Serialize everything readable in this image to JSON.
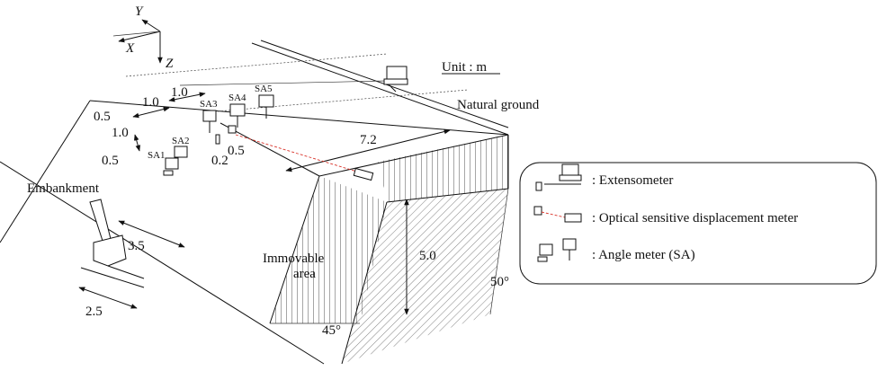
{
  "axes": {
    "y": "Y",
    "x": "X",
    "z": "Z"
  },
  "unit": "Unit : m",
  "labels": {
    "natural_ground": "Natural ground",
    "embankment": "Embankment",
    "immovable_1": "Immovable",
    "immovable_2": "area"
  },
  "dimensions": {
    "d_0_5_left": "0.5",
    "d_1_0_a": "1.0",
    "d_1_0_b": "1.0",
    "d_1_0_c": "1.0",
    "d_0_5_b": "0.5",
    "d_0_2": "0.2",
    "d_0_5_c": "0.5",
    "d_7_2": "7.2",
    "d_3_5": "3.5",
    "d_2_5": "2.5",
    "d_5_0": "5.0",
    "angle_50": "50°",
    "angle_45": "45°"
  },
  "angle_meters": [
    "SA1",
    "SA2",
    "SA3",
    "SA4",
    "SA5"
  ],
  "legend": {
    "extensometer": ": Extensometer",
    "optical": ": Optical sensitive displacement meter",
    "angle_meter": ": Angle meter (SA)"
  },
  "colors": {
    "laser": "#d9342b",
    "line": "#111111"
  }
}
